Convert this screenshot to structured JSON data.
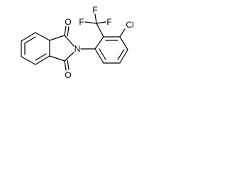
{
  "molecule": {
    "atoms": {
      "o_top": "O",
      "o_bottom": "O",
      "n": "N",
      "f_left": "F",
      "f_center": "F",
      "f_right": "F",
      "cl": "Cl"
    }
  }
}
